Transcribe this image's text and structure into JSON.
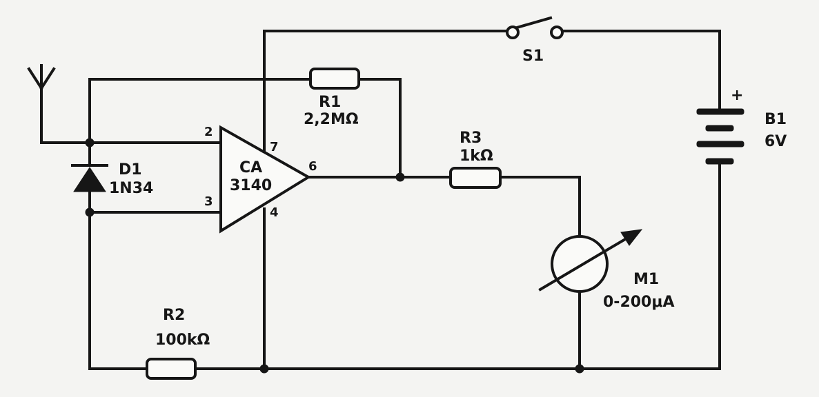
{
  "components": {
    "op_amp": {
      "name": "CA",
      "part": "3140",
      "pin_inv": "2",
      "pin_noninv": "3",
      "pin_vplus": "7",
      "pin_vminus": "4",
      "pin_out": "6"
    },
    "r1": {
      "name": "R1",
      "value": "2,2MΩ"
    },
    "r2": {
      "name": "R2",
      "value": "100kΩ"
    },
    "r3": {
      "name": "R3",
      "value": "1kΩ"
    },
    "d1": {
      "name": "D1",
      "part": "1N34"
    },
    "s1": {
      "name": "S1"
    },
    "b1": {
      "name": "B1",
      "value": "6V",
      "polarity": "+"
    },
    "m1": {
      "name": "M1",
      "range": "0-200μA"
    }
  }
}
